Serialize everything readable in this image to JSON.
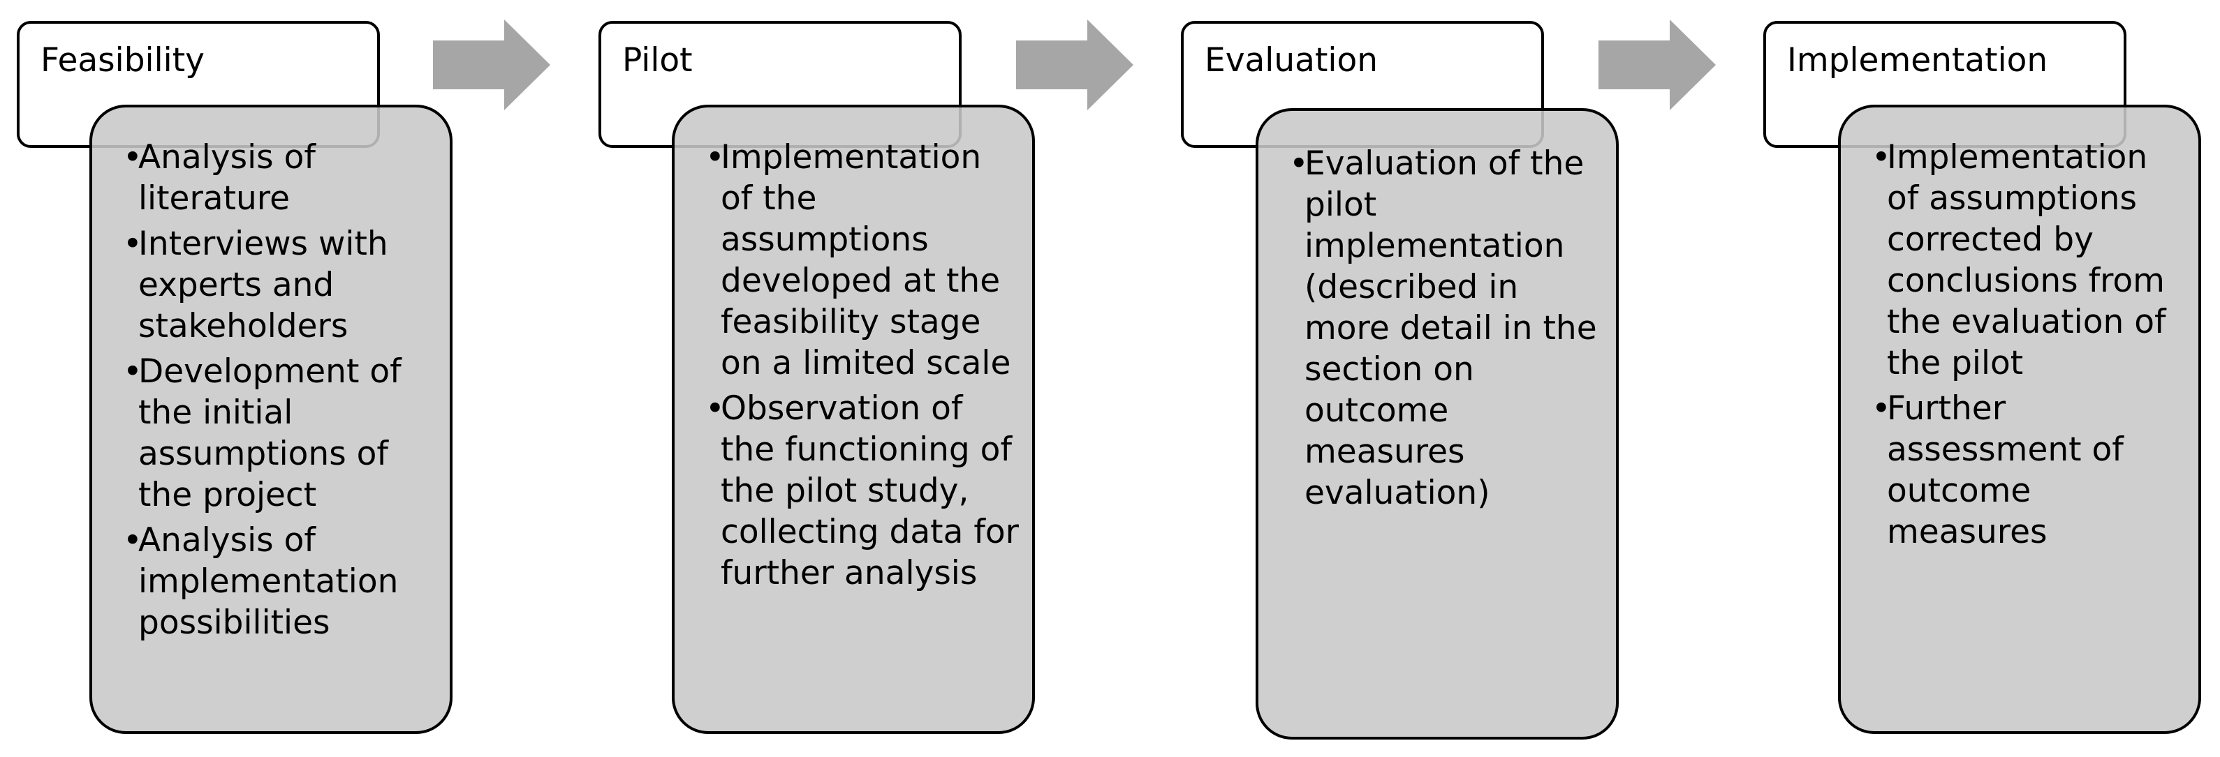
{
  "stages": [
    {
      "title": "Feasibility",
      "items": [
        "Analysis of literature",
        "Interviews with experts and stakeholders",
        "Development of the initial assumptions of the project",
        "Analysis of implementation possibilities"
      ]
    },
    {
      "title": "Pilot",
      "items": [
        "Implementation of the assumptions developed at the feasibility stage on a limited scale",
        "Observation of the functioning of the pilot study, collecting data for further analysis"
      ]
    },
    {
      "title": "Evaluation",
      "items": [
        "Evaluation of the pilot implementation (described in more detail in the section on outcome measures evaluation)"
      ]
    },
    {
      "title": "Implementation",
      "items": [
        "Implementation of assumptions corrected by conclusions from the evaluation of the pilot",
        "Further assessment of outcome measures"
      ]
    }
  ],
  "colors": {
    "content_fill": "#c8c8c8",
    "arrow_fill": "#a6a6a6",
    "border": "#000000"
  }
}
